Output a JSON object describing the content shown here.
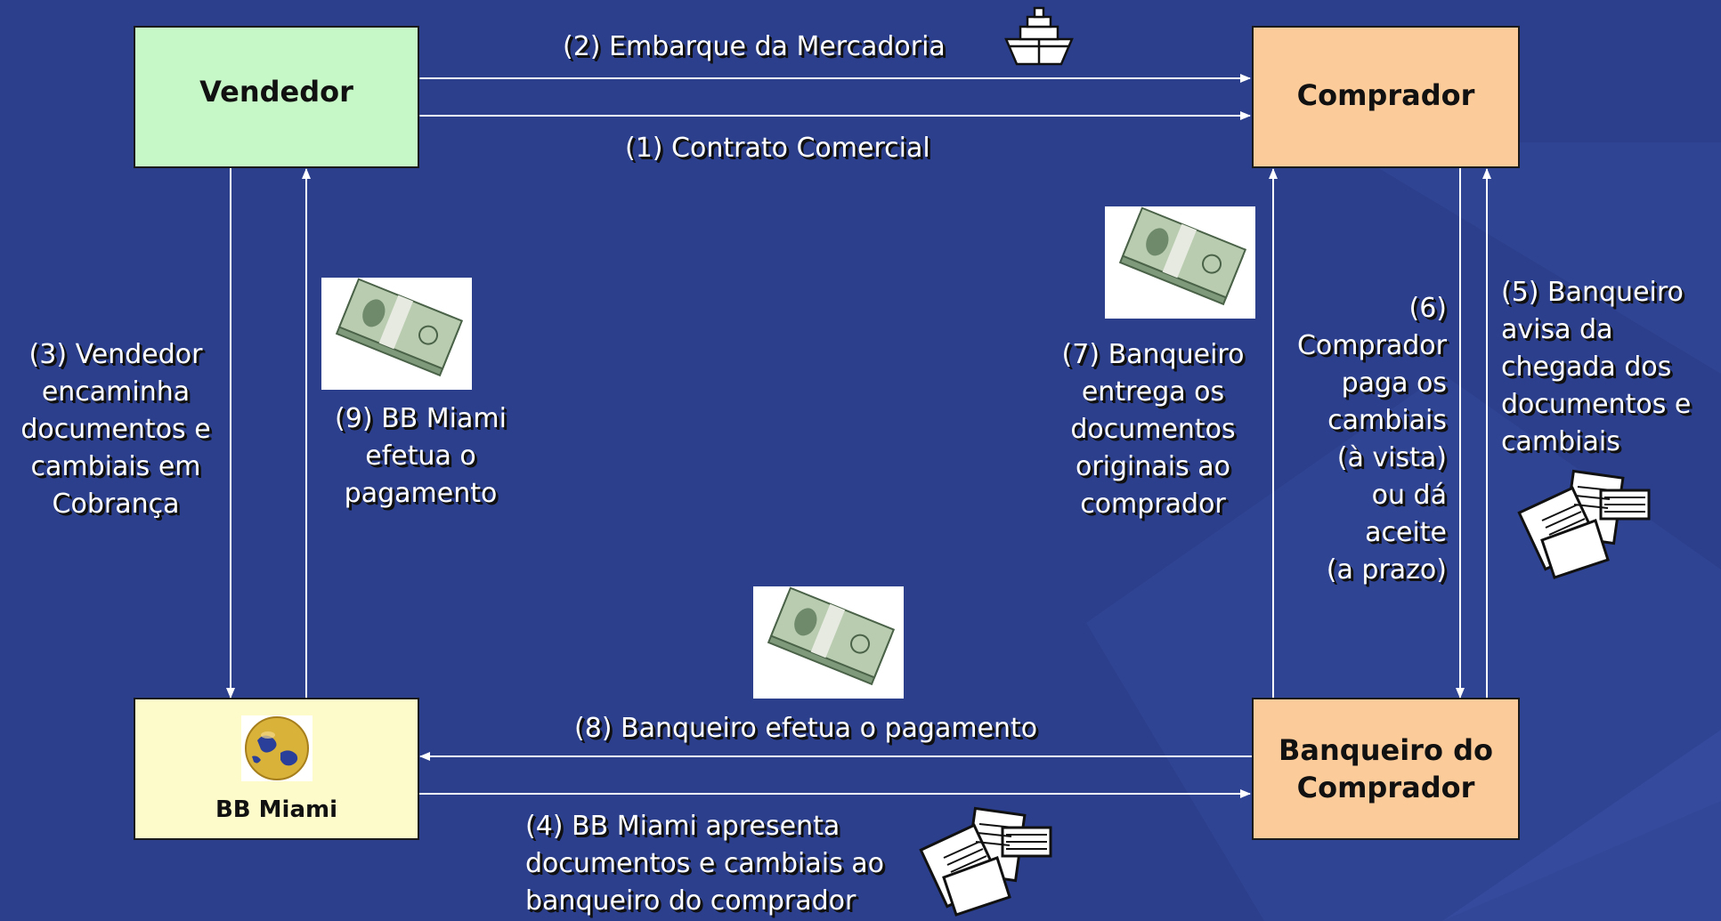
{
  "boxes": {
    "vendedor": "Vendedor",
    "comprador": "Comprador",
    "bb_miami": "BB Miami",
    "banqueiro_line1": "Banqueiro do",
    "banqueiro_line2": "Comprador"
  },
  "steps": {
    "s1": "(1) Contrato Comercial",
    "s2": "(2) Embarque da Mercadoria",
    "s3": [
      "(3) Vendedor",
      "encaminha",
      "documentos e",
      "cambiais em",
      "Cobrança"
    ],
    "s4": [
      "(4) BB Miami apresenta",
      "documentos e cambiais ao",
      "banqueiro do comprador"
    ],
    "s5": [
      "(5) Banqueiro",
      "avisa da",
      "chegada dos",
      "documentos e",
      "cambiais"
    ],
    "s6": [
      "(6)",
      "Comprador",
      "paga os",
      "cambiais",
      "(à vista)",
      "ou dá",
      "aceite",
      "(a prazo)"
    ],
    "s7": [
      "(7) Banqueiro",
      "entrega os",
      "documentos",
      "originais ao",
      "comprador"
    ],
    "s8": "(8) Banqueiro efetua o pagamento",
    "s9": [
      "(9) BB Miami",
      "efetua o",
      "pagamento"
    ]
  },
  "icons": [
    "ship-icon",
    "money-icon",
    "documents-icon",
    "globe-icon"
  ],
  "colors": {
    "background": "#2b3f8c",
    "vendedor_box": "#c6f7c6",
    "comprador_box": "#fccb9a",
    "bb_miami_box": "#fdfbc9",
    "banqueiro_box": "#fccb9a",
    "arrow": "#ffffff"
  }
}
